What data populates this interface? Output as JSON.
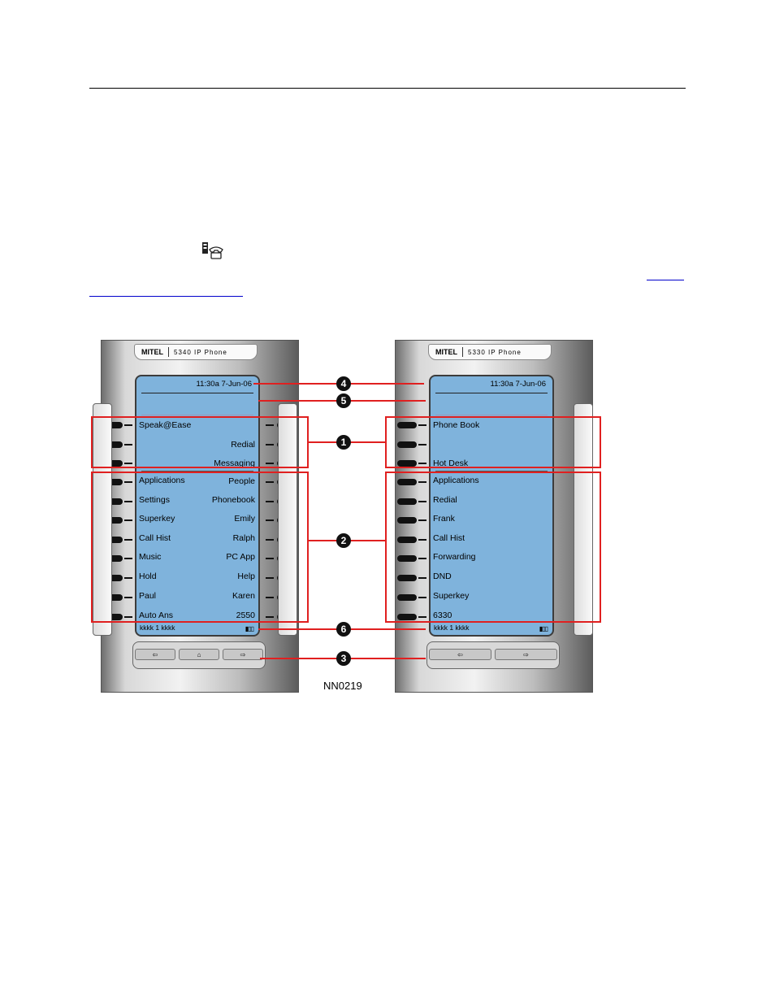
{
  "figure": {
    "id": "NN0219",
    "callouts": [
      "4",
      "5",
      "1",
      "2",
      "6",
      "3"
    ],
    "phones": [
      {
        "brand": "MITEL",
        "model": "5340 IP Phone",
        "datetime": "11:30a 7-Jun-06",
        "status_text": "kkkk 1 kkkk",
        "top_rows": [
          {
            "left": "Speak@Ease",
            "right": ""
          },
          {
            "left": "",
            "right": "Redial"
          },
          {
            "left": "",
            "right": "Messaging"
          }
        ],
        "rows": [
          {
            "left": "Applications",
            "right": "People"
          },
          {
            "left": "Settings",
            "right": "Phonebook"
          },
          {
            "left": "Superkey",
            "right": "Emily"
          },
          {
            "left": "Call Hist",
            "right": "Ralph"
          },
          {
            "left": "Music",
            "right": "PC App"
          },
          {
            "left": "Hold",
            "right": "Help"
          },
          {
            "left": "Paul",
            "right": "Karen"
          },
          {
            "left": "Auto Ans",
            "right": "2550"
          }
        ],
        "nav": [
          "⇦",
          "⌂",
          "⇨"
        ]
      },
      {
        "brand": "MITEL",
        "model": "5330 IP Phone",
        "datetime": "11:30a 7-Jun-06",
        "status_text": "kkkk 1 kkkk",
        "top_rows": [
          {
            "left": "Phone Book",
            "right": ""
          },
          {
            "left": "",
            "right": ""
          },
          {
            "left": "Hot Desk",
            "right": ""
          }
        ],
        "rows": [
          {
            "left": "Applications",
            "right": ""
          },
          {
            "left": "Redial",
            "right": ""
          },
          {
            "left": "Frank",
            "right": ""
          },
          {
            "left": "Call Hist",
            "right": ""
          },
          {
            "left": "Forwarding",
            "right": ""
          },
          {
            "left": "DND",
            "right": ""
          },
          {
            "left": "Superkey",
            "right": ""
          },
          {
            "left": "6330",
            "right": ""
          }
        ],
        "nav": [
          "⇦",
          "⇨"
        ]
      }
    ]
  },
  "colors": {
    "screen": "#7fb3dc",
    "callout_box": "#e02020"
  }
}
